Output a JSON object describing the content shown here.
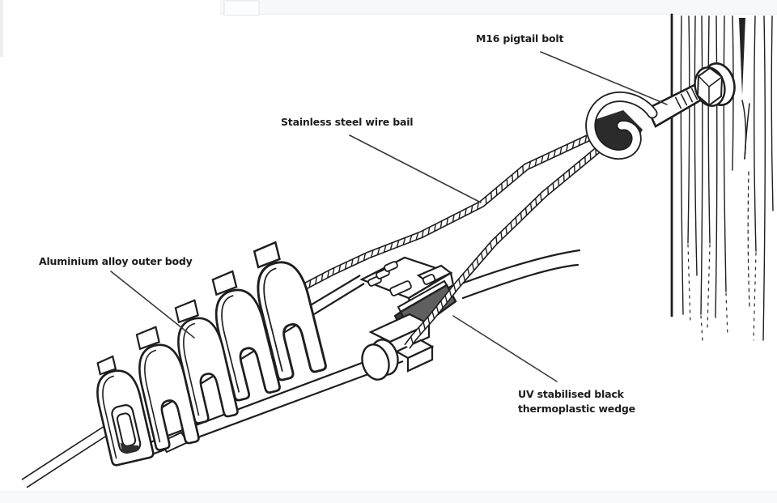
{
  "diagram": {
    "labels": {
      "pigtail_bolt": "M16 pigtail bolt",
      "wire_bail": "Stainless steel wire bail",
      "outer_body": "Aluminium alloy outer body",
      "wedge_line1": "UV stabilised black",
      "wedge_line2": "thermoplastic wedge"
    },
    "colors": {
      "ink": "#1e1e1e",
      "label_text": "#1c1c1c",
      "wedge_fill": "#5f5f5f",
      "thimble_fill": "#2b2b2b",
      "top_strip": "#f7f8fa",
      "bottom_strip": "#f8f9fb"
    }
  }
}
